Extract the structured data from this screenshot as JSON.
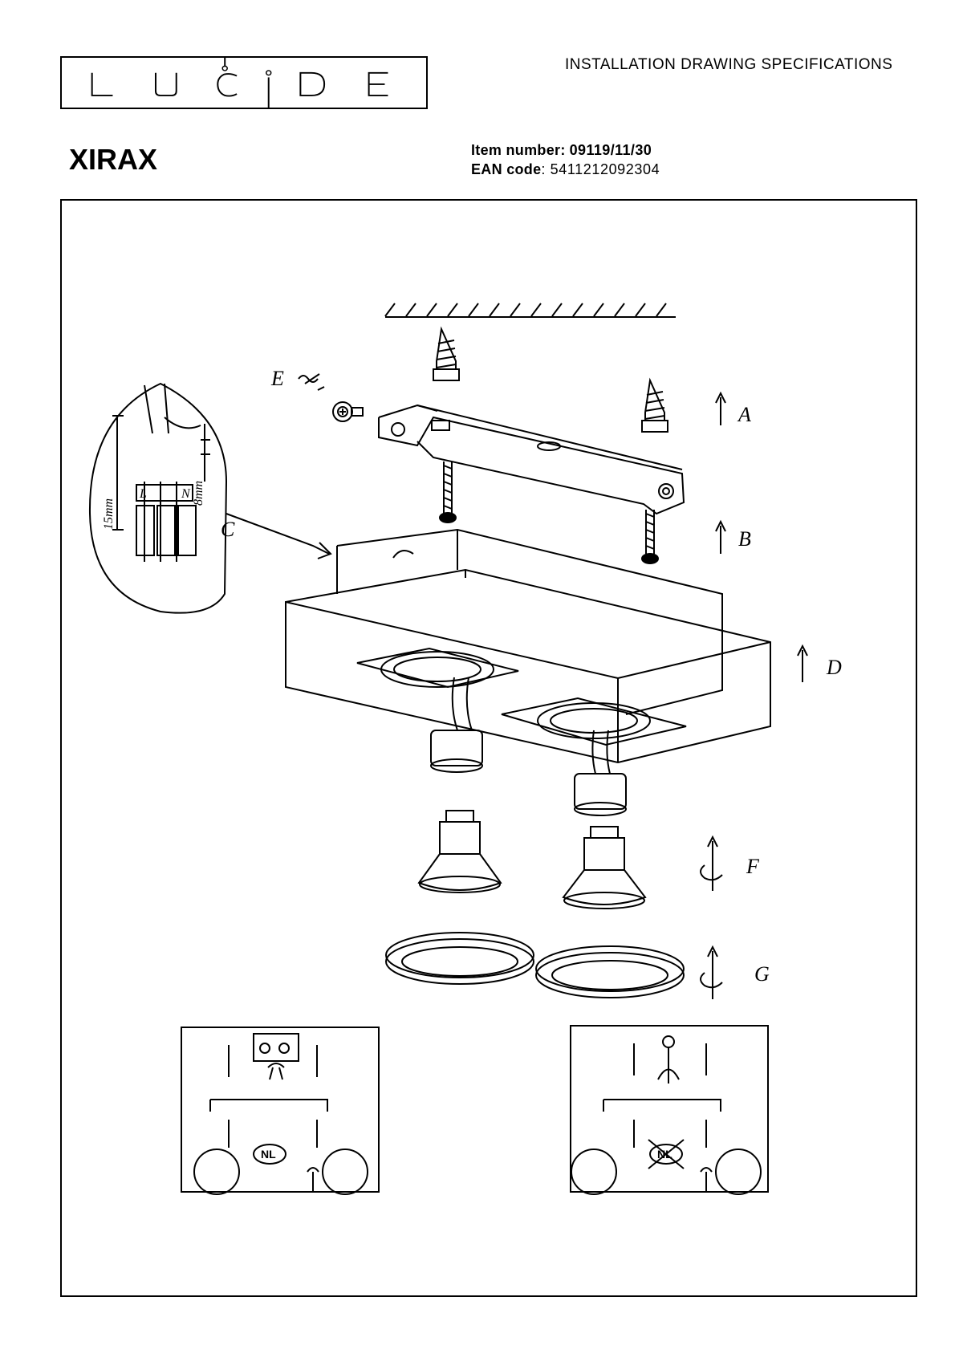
{
  "header": {
    "logo_text": "LUCIDE",
    "doc_title": "INSTALLATION DRAWING SPECIFICATIONS"
  },
  "product": {
    "name": "XIRAX",
    "item_label": "Item number:",
    "item_value": "09119/11/30",
    "ean_label": "EAN code",
    "ean_value": ": 5411212092304"
  },
  "steps": {
    "a": "A",
    "b": "B",
    "c": "C",
    "d": "D",
    "e": "E",
    "f": "F",
    "g": "G"
  },
  "wiring_detail": {
    "dim_strip": "15mm",
    "dim_wire": "8mm",
    "terminal_live": "L",
    "terminal_neutral": "N"
  },
  "mount_diagrams": {
    "left_badge": "NL",
    "right_badge": "NL"
  }
}
